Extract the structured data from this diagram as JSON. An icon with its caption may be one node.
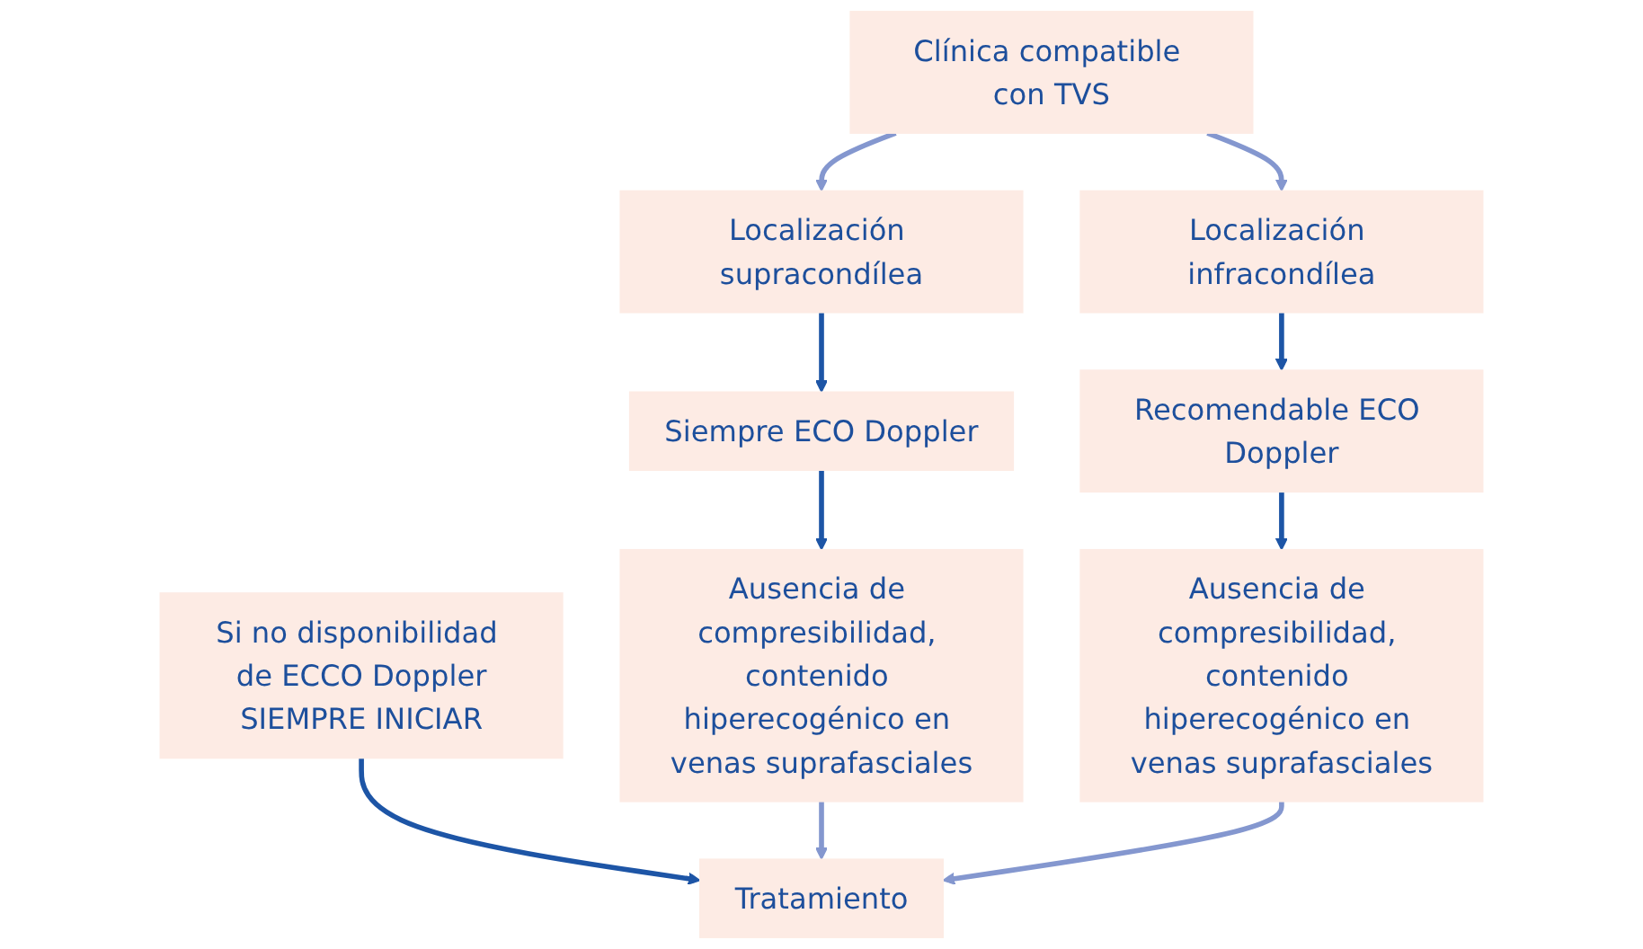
{
  "diagram": {
    "nodes": [
      {
        "text": [
          "Clínica compatible con TVS"
        ]
      },
      {
        "text": [
          "Localización supracondílea"
        ]
      },
      {
        "text": [
          "Si no disponibilidad de ECCO Doppler",
          "SIEMPRE INICIAR"
        ]
      },
      {
        "text": [
          "Localización infracondílea"
        ]
      },
      {
        "text": [
          "Siempre ECO Doppler"
        ]
      },
      {
        "text": [
          "Recomendable ECO Doppler"
        ]
      },
      {
        "text": [
          "Ausencia de compresibilidad, contenido hiperecogénico en venas suprafasciales"
        ]
      },
      {
        "text": [
          "Tratamiento"
        ]
      },
      {
        "text": [
          "Ausencia de compresibilidad, contenido hiperecogénico en venas suprafasciales"
        ]
      }
    ],
    "edges": [
      {
        "from": 0,
        "to": 1,
        "arrow": "to",
        "color": "#8497cf"
      },
      {
        "from": 0,
        "to": 3,
        "arrow": "to",
        "color": "#8497cf"
      },
      {
        "from": 1,
        "to": 4,
        "arrow": "to"
      },
      {
        "from": 4,
        "to": 6,
        "arrow": "to"
      },
      {
        "from": 3,
        "to": 5,
        "arrow": "to"
      },
      {
        "from": 5,
        "to": 8,
        "arrow": "to"
      },
      {
        "from": 2,
        "to": 7,
        "arrow": "to"
      },
      {
        "from": 6,
        "to": 7,
        "arrow": "to",
        "color": "#8497cf"
      },
      {
        "from": 8,
        "to": 7,
        "arrow": "to",
        "color": "#8497cf"
      }
    ]
  }
}
